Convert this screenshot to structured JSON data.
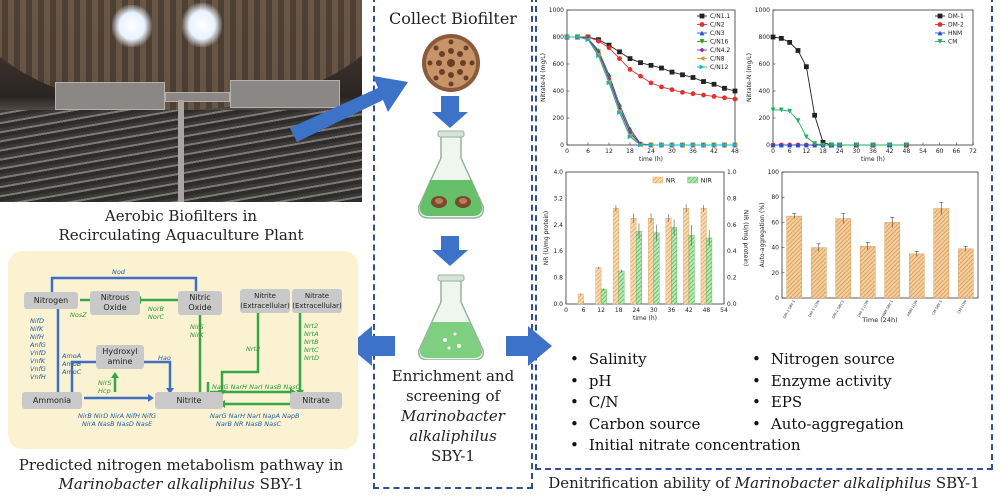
{
  "captions": {
    "collect": "Collect Biofilter",
    "plant_line1": "Aerobic Biofilters in",
    "plant_line2": "Recirculating Aquaculture Plant",
    "enrich_line1": "Enrichment and",
    "enrich_line2": "screening of",
    "enrich_line3": "Marinobacter",
    "enrich_line4": "alkaliphilus",
    "enrich_line5": "SBY-1",
    "pathway_line1": "Predicted nitrogen metabolism pathway in",
    "pathway_line2_italic": "Marinobacter alkaliphilus",
    "pathway_line2_rest": " SBY-1",
    "denit_prefix": "Denitrification ability of ",
    "denit_italic": "Marinobacter alkaliphilus",
    "denit_suffix": " SBY-1"
  },
  "pathway": {
    "nodes": {
      "nitrogen": "Nitrogen",
      "nitrous_oxide": "Nitrous\nOxide",
      "nitric_oxide": "Nitric\nOxide",
      "hydroxylamine": "Hydroxyl\namine",
      "ammonia": "Ammonia",
      "nitrite": "Nitrite",
      "nitrate": "Nitrate",
      "nitrite_ext": "Nitrite\n(Extracellular)",
      "nitrate_ext": "Nitrate\n(Extracellular)"
    },
    "genes": {
      "nod": "Nod",
      "nosz": "NosZ",
      "norb": "NorB\nNorC",
      "nirs_nirk": "NirS\nNirK",
      "nif": "NifD\nNifK\nNifH\nAnfG\nVnfD\nVnfK\nVnfG\nVnfH",
      "amo": "AmoA\nAmoB\nAmoC",
      "hao": "Hao",
      "nirs_hcp": "NirS\nHcp",
      "nrt2_left": "Nrt2",
      "nrt2_right": "Nrt2\nNrtA\nNrtB\nNrtC\nNrtD",
      "nir_line1": "NirB NirD NirA NifH NifG",
      "nir_line2": "NirA NasB NasD NasE",
      "narg_top": "NarG NarH NarI NasB NasC",
      "narg_bot1": "NarG NarH NarI NapA NapB",
      "narg_bot2": "NarB NR NasB NasC"
    }
  },
  "bullets_left": [
    "Salinity",
    "pH",
    "C/N",
    "Carbon source",
    "Initial nitrate concentration"
  ],
  "bullets_right": [
    "Nitrogen source",
    "Enzyme activity",
    "EPS",
    "Auto-aggregation"
  ],
  "chart_data": [
    {
      "type": "line",
      "id": "cn",
      "xlabel": "time (h)",
      "ylabel": "Nitrate-N (mg/L)",
      "xlim": [
        0,
        48
      ],
      "ylim": [
        0,
        1000
      ],
      "xticks": [
        0,
        6,
        12,
        18,
        24,
        30,
        36,
        42,
        48
      ],
      "yticks": [
        0,
        200,
        400,
        600,
        800,
        1000
      ],
      "legend": "top-right",
      "x": [
        0,
        3,
        6,
        9,
        12,
        15,
        18,
        21,
        24,
        27,
        30,
        33,
        36,
        39,
        42,
        45,
        48
      ],
      "series": [
        {
          "name": "C/N1.1",
          "color": "#222222",
          "marker": "square",
          "values": [
            800,
            800,
            800,
            780,
            740,
            690,
            640,
            610,
            590,
            570,
            540,
            520,
            500,
            470,
            450,
            420,
            400
          ]
        },
        {
          "name": "C/N2",
          "color": "#e03030",
          "marker": "circle",
          "values": [
            800,
            800,
            800,
            770,
            720,
            640,
            560,
            510,
            460,
            430,
            410,
            390,
            380,
            370,
            360,
            350,
            340
          ]
        },
        {
          "name": "C/N3",
          "color": "#2050d0",
          "marker": "triangle",
          "values": [
            800,
            800,
            790,
            700,
            520,
            300,
            120,
            10,
            0,
            0,
            0,
            0,
            0,
            0,
            0,
            0,
            0
          ]
        },
        {
          "name": "C/N16",
          "color": "#20a020",
          "marker": "triangle-down",
          "values": [
            800,
            800,
            790,
            690,
            500,
            280,
            100,
            5,
            0,
            0,
            0,
            0,
            0,
            0,
            0,
            0,
            0
          ]
        },
        {
          "name": "C/N4.2",
          "color": "#a020a0",
          "marker": "diamond",
          "values": [
            800,
            800,
            790,
            680,
            490,
            270,
            90,
            5,
            0,
            0,
            0,
            0,
            0,
            0,
            0,
            0,
            0
          ]
        },
        {
          "name": "C/N8",
          "color": "#c0a020",
          "marker": "triangle-left",
          "values": [
            800,
            800,
            780,
            670,
            470,
            250,
            70,
            0,
            0,
            0,
            0,
            0,
            0,
            0,
            0,
            0,
            0
          ]
        },
        {
          "name": "C/N12",
          "color": "#20b0c0",
          "marker": "triangle-right",
          "values": [
            800,
            800,
            780,
            660,
            460,
            240,
            60,
            0,
            0,
            0,
            0,
            0,
            0,
            0,
            0,
            0,
            0
          ]
        }
      ]
    },
    {
      "type": "line",
      "id": "dm",
      "xlabel": "time (h)",
      "ylabel": "Nitrate-N (mg/L)",
      "xlim": [
        0,
        72
      ],
      "ylim": [
        0,
        1000
      ],
      "xticks": [
        0,
        6,
        12,
        18,
        24,
        30,
        36,
        42,
        48,
        54,
        60,
        66,
        72
      ],
      "yticks": [
        0,
        200,
        400,
        600,
        800,
        1000
      ],
      "legend": "top-right",
      "x": [
        0,
        3,
        6,
        9,
        12,
        15,
        18,
        21,
        24,
        30,
        36,
        42,
        48
      ],
      "series": [
        {
          "name": "DM-1",
          "color": "#222222",
          "marker": "square",
          "values": [
            800,
            790,
            760,
            700,
            580,
            220,
            20,
            0,
            0,
            0,
            0,
            0,
            0
          ]
        },
        {
          "name": "DM-2",
          "color": "#e03030",
          "marker": "circle",
          "values": [
            0,
            0,
            0,
            0,
            0,
            0,
            0,
            0,
            0,
            0,
            0,
            0,
            0
          ]
        },
        {
          "name": "HNM",
          "color": "#2050d0",
          "marker": "triangle",
          "values": [
            0,
            0,
            0,
            0,
            0,
            0,
            0,
            0,
            0,
            0,
            0,
            0,
            0
          ]
        },
        {
          "name": "CM",
          "color": "#20b060",
          "marker": "triangle-down",
          "values": [
            260,
            260,
            250,
            180,
            60,
            10,
            0,
            0,
            0,
            0,
            0,
            0,
            0
          ]
        }
      ]
    },
    {
      "type": "bar",
      "id": "enzyme",
      "xlabel": "time (h)",
      "ylabel": "NR (U/mg protein)",
      "ylabel_right": "NIR (U/mg protein)",
      "xlim": [
        0,
        54
      ],
      "ylim": [
        0,
        4.0
      ],
      "ylim_right": [
        0,
        1.0
      ],
      "xticks": [
        0,
        6,
        12,
        18,
        24,
        30,
        36,
        42,
        48,
        54
      ],
      "yticks": [
        0.0,
        0.8,
        1.6,
        2.4,
        3.2,
        4.0
      ],
      "yticks_right": [
        0.0,
        0.2,
        0.4,
        0.6,
        0.8,
        1.0
      ],
      "legend": "top",
      "categories": [
        6,
        12,
        18,
        24,
        30,
        36,
        42,
        48
      ],
      "series": [
        {
          "name": "NR",
          "axis": "left",
          "color": "#e8a050",
          "values": [
            0.3,
            1.1,
            2.9,
            2.6,
            2.6,
            2.6,
            2.9,
            2.9
          ],
          "errors": [
            0.02,
            0.03,
            0.1,
            0.15,
            0.15,
            0.12,
            0.12,
            0.1
          ]
        },
        {
          "name": "NIR",
          "axis": "right",
          "color": "#60c060",
          "values": [
            0.0,
            0.11,
            0.25,
            0.55,
            0.54,
            0.58,
            0.52,
            0.5
          ],
          "errors": [
            0,
            0.01,
            0.01,
            0.06,
            0.06,
            0.06,
            0.08,
            0.06
          ]
        }
      ]
    },
    {
      "type": "bar",
      "id": "autoagg",
      "xlabel": "Time (24h)",
      "ylabel": "Auto-aggregation (%)",
      "ylim": [
        0,
        100
      ],
      "yticks": [
        0,
        20,
        40,
        60,
        80,
        100
      ],
      "categories": [
        "DM-1 SBY-1",
        "DM-1 LOW",
        "DM-2 SBY-1",
        "DM-2 LOW",
        "HNM SBY-1",
        "HNM LOW",
        "CM SBY-1",
        "CM LOW"
      ],
      "series": [
        {
          "name": "",
          "color": "#e8a050",
          "values": [
            65,
            40,
            63,
            41,
            60,
            35,
            71,
            39
          ],
          "errors": [
            2,
            3,
            4,
            3,
            4,
            2,
            5,
            2
          ]
        }
      ]
    }
  ]
}
